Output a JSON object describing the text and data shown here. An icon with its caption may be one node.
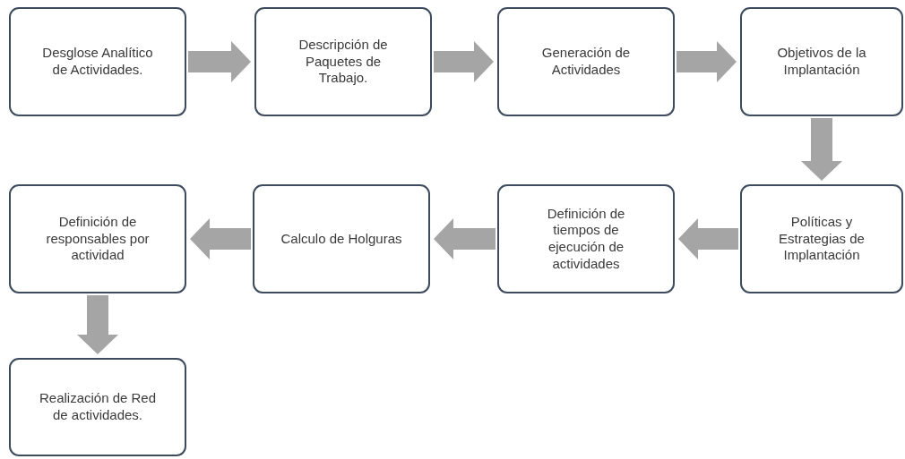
{
  "diagram": {
    "nodes": [
      {
        "text": [
          "Desglose Analítico de Actividades."
        ]
      },
      {
        "text": [
          "Descripción de Paquetes de Trabajo."
        ]
      },
      {
        "text": [
          "Generación de Actividades"
        ]
      },
      {
        "text": [
          "Objetivos de la Implantación"
        ]
      },
      {
        "text": [
          "Políticas y Estrategias de Implantación"
        ]
      },
      {
        "text": [
          "Definición de tiempos de ejecución de actividades"
        ]
      },
      {
        "text": [
          "Calculo de Holguras"
        ]
      },
      {
        "text": [
          "Definición de responsables por actividad"
        ]
      },
      {
        "text": [
          "Realización de Red de actividades."
        ]
      }
    ],
    "edges": [
      {
        "from": 0,
        "to": 1,
        "arrow": "to"
      },
      {
        "from": 1,
        "to": 2,
        "arrow": "to"
      },
      {
        "from": 2,
        "to": 3,
        "arrow": "to"
      },
      {
        "from": 3,
        "to": 4,
        "arrow": "to"
      },
      {
        "from": 4,
        "to": 5,
        "arrow": "to"
      },
      {
        "from": 5,
        "to": 6,
        "arrow": "to"
      },
      {
        "from": 6,
        "to": 7,
        "arrow": "to"
      },
      {
        "from": 7,
        "to": 8,
        "arrow": "to"
      }
    ]
  }
}
